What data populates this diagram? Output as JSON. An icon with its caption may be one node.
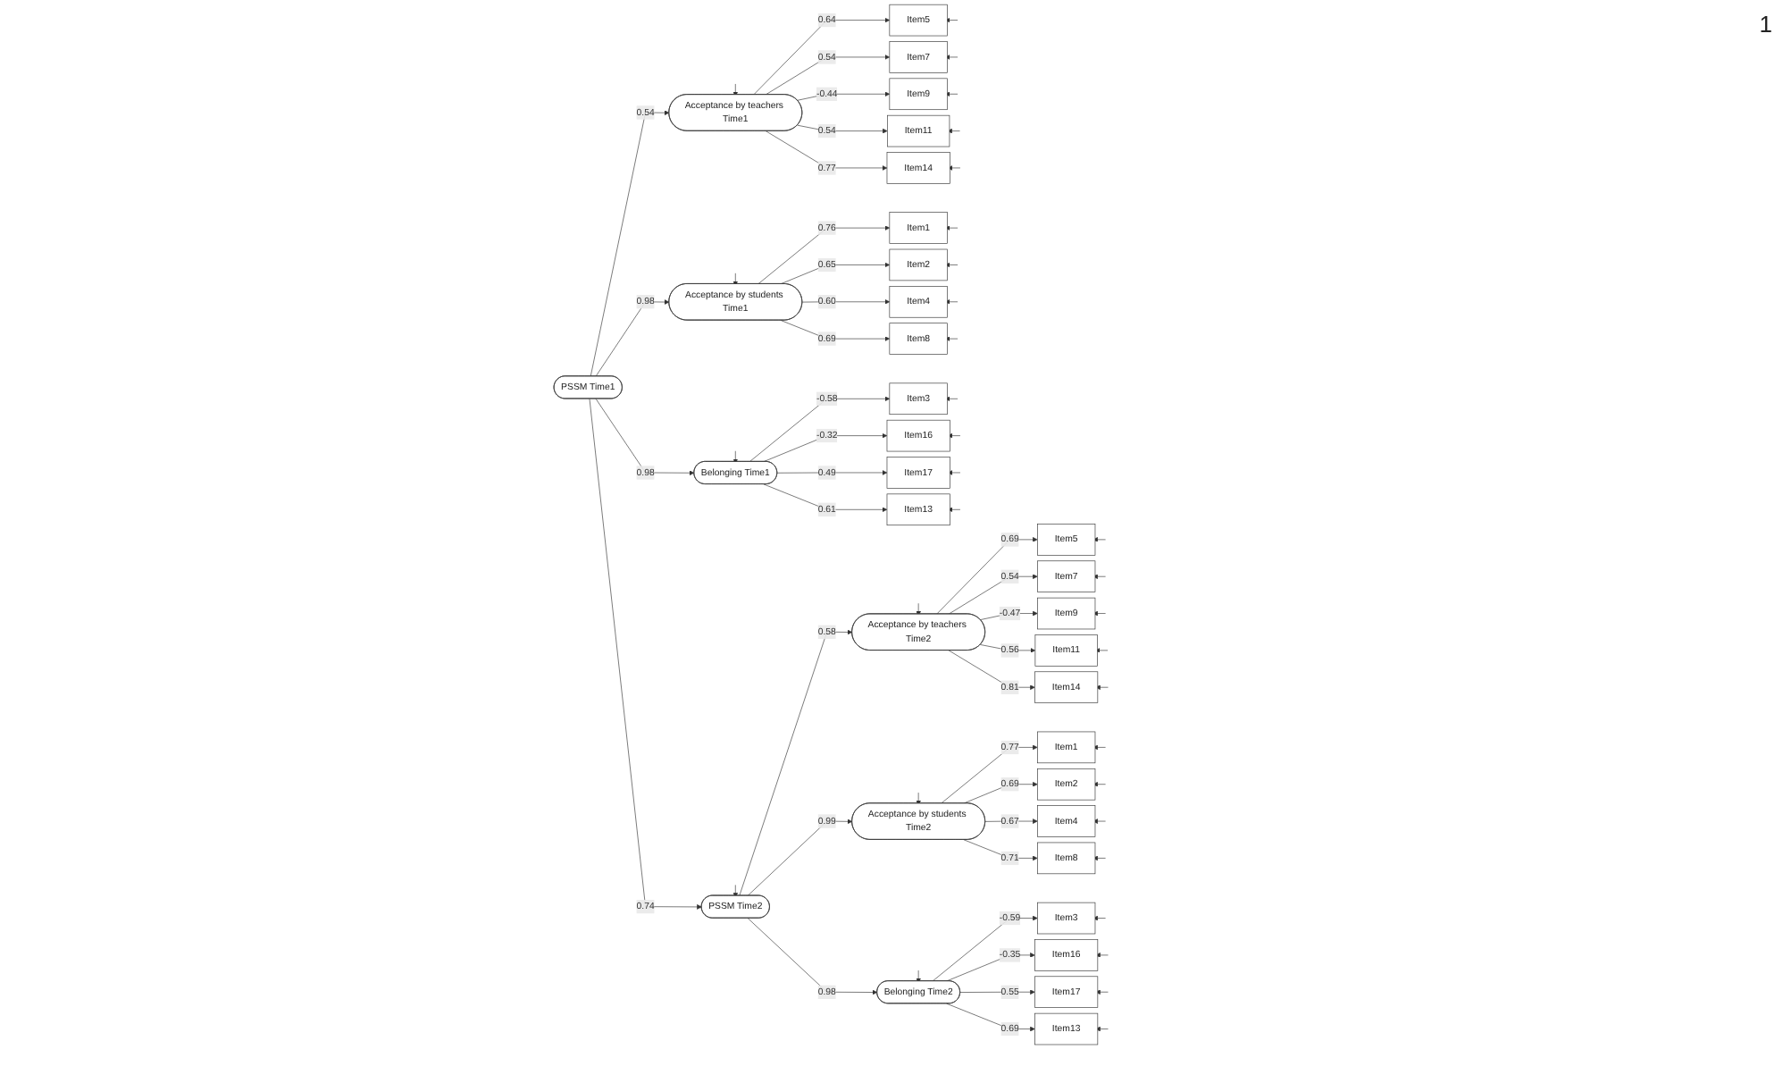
{
  "diagram": {
    "nodes": [
      {
        "text": [
          "Acceptance by teachers Time1"
        ]
      },
      {
        "text": [
          "Item5"
        ]
      },
      {
        "text": [
          "Item7"
        ]
      },
      {
        "text": [
          "Item9"
        ]
      },
      {
        "text": [
          "Item11"
        ]
      },
      {
        "text": [
          "Item14"
        ]
      },
      {
        "text": [
          "Acceptance by students Time1"
        ]
      },
      {
        "text": [
          "Item1"
        ]
      },
      {
        "text": [
          "Item2"
        ]
      },
      {
        "text": [
          "Item4"
        ]
      },
      {
        "text": [
          "Item8"
        ]
      },
      {
        "text": [
          "Belonging Time1"
        ]
      },
      {
        "text": [
          "Item3"
        ]
      },
      {
        "text": [
          "Item16"
        ]
      },
      {
        "text": [
          "Item17"
        ]
      },
      {
        "text": [
          "Item13"
        ]
      },
      {
        "text": [
          "PSSM Time1"
        ]
      },
      {
        "text": [
          "PSSM Time2"
        ]
      },
      {
        "text": [
          "Acceptance by teachers Time2"
        ]
      },
      {
        "text": [
          "Item5"
        ]
      },
      {
        "text": [
          "Item7"
        ]
      },
      {
        "text": [
          "Item9"
        ]
      },
      {
        "text": [
          "Item11"
        ]
      },
      {
        "text": [
          "Item14"
        ]
      },
      {
        "text": [
          "Acceptance by students Time2"
        ]
      },
      {
        "text": [
          "Item1"
        ]
      },
      {
        "text": [
          "Item2"
        ]
      },
      {
        "text": [
          "Item4"
        ]
      },
      {
        "text": [
          "Item8"
        ]
      },
      {
        "text": [
          "Belonging Time2"
        ]
      },
      {
        "text": [
          "Item3"
        ]
      },
      {
        "text": [
          "Item16"
        ]
      },
      {
        "text": [
          "Item17"
        ]
      },
      {
        "text": [
          "Item13"
        ]
      }
    ],
    "edges": [
      {
        "from": 16,
        "to": 0,
        "arrow": "to",
        "label": "0.54"
      },
      {
        "from": 16,
        "to": 6,
        "arrow": "to",
        "label": "0.98"
      },
      {
        "from": 16,
        "to": 11,
        "arrow": "to",
        "label": "0.98"
      },
      {
        "from": 16,
        "to": 17,
        "arrow": "to",
        "label": "0.74"
      },
      {
        "from": 17,
        "to": 18,
        "arrow": "to",
        "label": "0.58"
      },
      {
        "from": 17,
        "to": 24,
        "arrow": "to",
        "label": "0.99"
      },
      {
        "from": 17,
        "to": 29,
        "arrow": "to",
        "label": "0.98"
      },
      {
        "from": 0,
        "to": 1,
        "arrow": "to",
        "label": "0.64"
      },
      {
        "from": 0,
        "to": 2,
        "arrow": "to",
        "label": "0.54"
      },
      {
        "from": 0,
        "to": 3,
        "arrow": "to",
        "label": "-0.44"
      },
      {
        "from": 0,
        "to": 4,
        "arrow": "to",
        "label": "0.54"
      },
      {
        "from": 0,
        "to": 5,
        "arrow": "to",
        "label": "0.77"
      },
      {
        "from": 6,
        "to": 7,
        "arrow": "to",
        "label": "0.76"
      },
      {
        "from": 6,
        "to": 8,
        "arrow": "to",
        "label": "0.65"
      },
      {
        "from": 6,
        "to": 9,
        "arrow": "to",
        "label": "0.60"
      },
      {
        "from": 6,
        "to": 10,
        "arrow": "to",
        "label": "0.69"
      },
      {
        "from": 11,
        "to": 12,
        "arrow": "to",
        "label": "-0.58"
      },
      {
        "from": 11,
        "to": 13,
        "arrow": "to",
        "label": "-0.32"
      },
      {
        "from": 11,
        "to": 14,
        "arrow": "to",
        "label": "0.49"
      },
      {
        "from": 11,
        "to": 15,
        "arrow": "to",
        "label": "0.61"
      },
      {
        "from": 18,
        "to": 19,
        "arrow": "to",
        "label": "0.69"
      },
      {
        "from": 18,
        "to": 20,
        "arrow": "to",
        "label": "0.54"
      },
      {
        "from": 18,
        "to": 21,
        "arrow": "to",
        "label": "-0.47"
      },
      {
        "from": 18,
        "to": 22,
        "arrow": "to",
        "label": "0.56"
      },
      {
        "from": 18,
        "to": 23,
        "arrow": "to",
        "label": "0.81"
      },
      {
        "from": 24,
        "to": 25,
        "arrow": "to",
        "label": "0.77"
      },
      {
        "from": 24,
        "to": 26,
        "arrow": "to",
        "label": "0.69"
      },
      {
        "from": 24,
        "to": 27,
        "arrow": "to",
        "label": "0.67"
      },
      {
        "from": 24,
        "to": 28,
        "arrow": "to",
        "label": "0.71"
      },
      {
        "from": 29,
        "to": 30,
        "arrow": "to",
        "label": "-0.59"
      },
      {
        "from": 29,
        "to": 31,
        "arrow": "to",
        "label": "-0.35"
      },
      {
        "from": 29,
        "to": 32,
        "arrow": "to",
        "label": "0.55"
      },
      {
        "from": 29,
        "to": 33,
        "arrow": "to",
        "label": "0.69"
      },
      {
        "from": null,
        "to": 0,
        "arrow": "to"
      },
      {
        "from": null,
        "to": 6,
        "arrow": "to"
      },
      {
        "from": null,
        "to": 11,
        "arrow": "to"
      },
      {
        "from": null,
        "to": 17,
        "arrow": "to"
      },
      {
        "from": null,
        "to": 18,
        "arrow": "to"
      },
      {
        "from": null,
        "to": 24,
        "arrow": "to"
      },
      {
        "from": null,
        "to": 29,
        "arrow": "to"
      },
      {
        "from": null,
        "to": 1,
        "arrow": "to"
      },
      {
        "from": null,
        "to": 2,
        "arrow": "to"
      },
      {
        "from": null,
        "to": 3,
        "arrow": "to"
      },
      {
        "from": null,
        "to": 4,
        "arrow": "to"
      },
      {
        "from": null,
        "to": 5,
        "arrow": "to"
      },
      {
        "from": null,
        "to": 7,
        "arrow": "to"
      },
      {
        "from": null,
        "to": 8,
        "arrow": "to"
      },
      {
        "from": null,
        "to": 9,
        "arrow": "to"
      },
      {
        "from": null,
        "to": 10,
        "arrow": "to"
      },
      {
        "from": null,
        "to": 12,
        "arrow": "to"
      },
      {
        "from": null,
        "to": 13,
        "arrow": "to"
      },
      {
        "from": null,
        "to": 14,
        "arrow": "to"
      },
      {
        "from": null,
        "to": 15,
        "arrow": "to"
      },
      {
        "from": null,
        "to": 19,
        "arrow": "to"
      },
      {
        "from": null,
        "to": 20,
        "arrow": "to"
      },
      {
        "from": null,
        "to": 21,
        "arrow": "to"
      },
      {
        "from": null,
        "to": 22,
        "arrow": "to"
      },
      {
        "from": null,
        "to": 23,
        "arrow": "to"
      },
      {
        "from": null,
        "to": 25,
        "arrow": "to"
      },
      {
        "from": null,
        "to": 26,
        "arrow": "to"
      },
      {
        "from": null,
        "to": 27,
        "arrow": "to"
      },
      {
        "from": null,
        "to": 28,
        "arrow": "to"
      },
      {
        "from": null,
        "to": 30,
        "arrow": "to"
      },
      {
        "from": null,
        "to": 31,
        "arrow": "to"
      },
      {
        "from": null,
        "to": 32,
        "arrow": "to"
      },
      {
        "from": null,
        "to": 33,
        "arrow": "to"
      }
    ],
    "labels": [
      "1"
    ]
  }
}
